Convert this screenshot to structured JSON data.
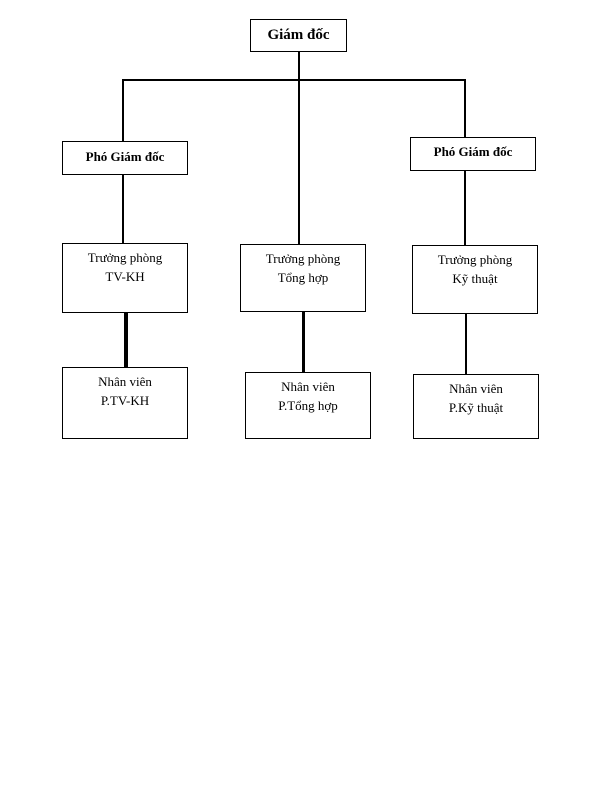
{
  "org_chart": {
    "director": {
      "label": "Giám đốc"
    },
    "deputy_left": {
      "label": "Phó Giám đốc"
    },
    "deputy_right": {
      "label": "Phó Giám đốc"
    },
    "head_tvkh": {
      "line1": "Trưởng phòng",
      "line2": "TV-KH"
    },
    "head_tonghop": {
      "line1": "Trưởng phòng",
      "line2": "Tổng hợp"
    },
    "head_kythuat": {
      "line1": "Trưởng phòng",
      "line2": "Kỹ thuật"
    },
    "staff_tvkh": {
      "line1": "Nhân viên",
      "line2": "P.TV-KH"
    },
    "staff_tonghop": {
      "line1": "Nhân viên",
      "line2": "P.Tổng hợp"
    },
    "staff_kythuat": {
      "line1": "Nhân viên",
      "line2": "P.Kỹ thuật"
    }
  }
}
